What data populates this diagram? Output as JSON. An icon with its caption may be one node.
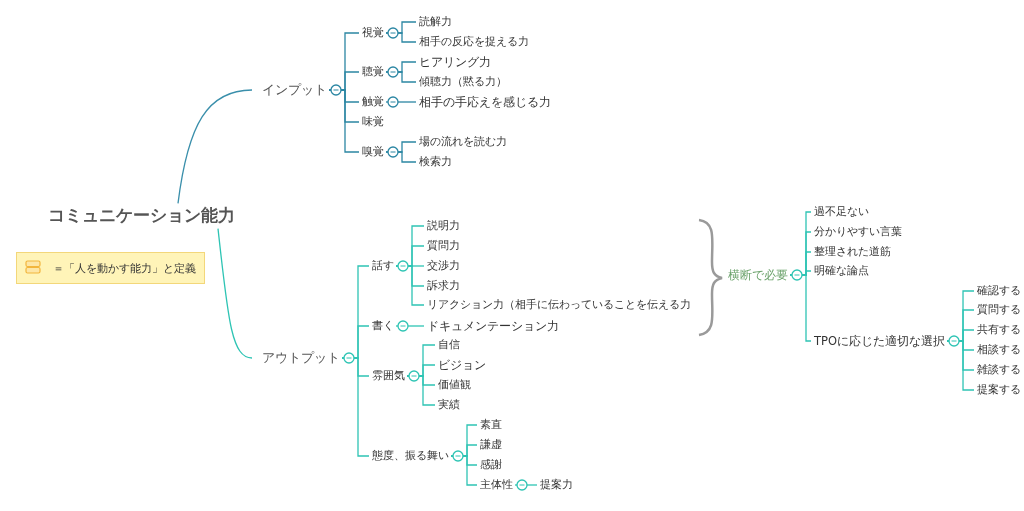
{
  "diagram": {
    "nodes": [
      {
        "text": [
          "コミュニケーション能力"
        ]
      },
      {
        "text": [
          "＝「人を動かす能力」と定義"
        ]
      },
      {
        "text": [
          "インプット"
        ]
      },
      {
        "text": [
          "視覚"
        ]
      },
      {
        "text": [
          "読解力"
        ]
      },
      {
        "text": [
          "相手の反応を捉える力"
        ]
      },
      {
        "text": [
          "聴覚"
        ]
      },
      {
        "text": [
          "ヒアリング力"
        ]
      },
      {
        "text": [
          "傾聴力（黙る力）"
        ]
      },
      {
        "text": [
          "触覚"
        ]
      },
      {
        "text": [
          "相手の手応えを感じる力"
        ]
      },
      {
        "text": [
          "味覚"
        ]
      },
      {
        "text": [
          "嗅覚"
        ]
      },
      {
        "text": [
          "場の流れを読む力"
        ]
      },
      {
        "text": [
          "検索力"
        ]
      },
      {
        "text": [
          "アウトプット"
        ]
      },
      {
        "text": [
          "話す"
        ]
      },
      {
        "text": [
          "説明力"
        ]
      },
      {
        "text": [
          "質問力"
        ]
      },
      {
        "text": [
          "交渉力"
        ]
      },
      {
        "text": [
          "訴求力"
        ]
      },
      {
        "text": [
          "リアクション力（相手に伝わっていることを伝える力"
        ]
      },
      {
        "text": [
          "書く"
        ]
      },
      {
        "text": [
          "ドキュメンテーション力"
        ]
      },
      {
        "text": [
          "雰囲気"
        ]
      },
      {
        "text": [
          "自信"
        ]
      },
      {
        "text": [
          "ビジョン"
        ]
      },
      {
        "text": [
          "価値観"
        ]
      },
      {
        "text": [
          "実績"
        ]
      },
      {
        "text": [
          "態度、振る舞い"
        ]
      },
      {
        "text": [
          "素直"
        ]
      },
      {
        "text": [
          "謙虚"
        ]
      },
      {
        "text": [
          "感謝"
        ]
      },
      {
        "text": [
          "主体性"
        ]
      },
      {
        "text": [
          "提案力"
        ]
      },
      {
        "text": [
          "横断で必要"
        ]
      },
      {
        "text": [
          "過不足ない"
        ]
      },
      {
        "text": [
          "分かりやすい言葉"
        ]
      },
      {
        "text": [
          "整理された道筋"
        ]
      },
      {
        "text": [
          "明確な論点"
        ]
      },
      {
        "text": [
          "TPOに応じた適切な選択"
        ]
      },
      {
        "text": [
          "確認する"
        ]
      },
      {
        "text": [
          "質問する"
        ]
      },
      {
        "text": [
          "共有する"
        ]
      },
      {
        "text": [
          "相談する"
        ]
      },
      {
        "text": [
          "雑談する"
        ]
      },
      {
        "text": [
          "提案する"
        ]
      }
    ],
    "edges": [
      {
        "from": 0,
        "to": 2,
        "arrow": "none",
        "color": "#3a8fab"
      },
      {
        "from": 2,
        "to": 3,
        "arrow": "other",
        "color": "#2b86a3"
      },
      {
        "from": 2,
        "to": 6,
        "arrow": "other",
        "color": "#2b86a3"
      },
      {
        "from": 2,
        "to": 9,
        "arrow": "other",
        "color": "#2b86a3"
      },
      {
        "from": 2,
        "to": 11,
        "arrow": "other",
        "color": "#2b86a3"
      },
      {
        "from": 2,
        "to": 12,
        "arrow": "other",
        "color": "#2b86a3"
      },
      {
        "from": 3,
        "to": 4,
        "arrow": "other",
        "color": "#2b86a3"
      },
      {
        "from": 3,
        "to": 5,
        "arrow": "other",
        "color": "#2b86a3"
      },
      {
        "from": 6,
        "to": 7,
        "arrow": "other",
        "color": "#2b86a3"
      },
      {
        "from": 6,
        "to": 8,
        "arrow": "other",
        "color": "#2b86a3"
      },
      {
        "from": 9,
        "to": 10,
        "arrow": "other",
        "color": "#2b86a3"
      },
      {
        "from": 12,
        "to": 13,
        "arrow": "other",
        "color": "#2b86a3"
      },
      {
        "from": 12,
        "to": 14,
        "arrow": "other",
        "color": "#2b86a3"
      },
      {
        "from": 0,
        "to": 15,
        "arrow": "none"
      },
      {
        "from": 15,
        "to": 16,
        "arrow": "other"
      },
      {
        "from": 15,
        "to": 22,
        "arrow": "other"
      },
      {
        "from": 15,
        "to": 24,
        "arrow": "other"
      },
      {
        "from": 15,
        "to": 29,
        "arrow": "other"
      },
      {
        "from": 16,
        "to": 17,
        "arrow": "other"
      },
      {
        "from": 16,
        "to": 18,
        "arrow": "other"
      },
      {
        "from": 16,
        "to": 19,
        "arrow": "other"
      },
      {
        "from": 16,
        "to": 20,
        "arrow": "other"
      },
      {
        "from": 16,
        "to": 21,
        "arrow": "other"
      },
      {
        "from": 22,
        "to": 23,
        "arrow": "other"
      },
      {
        "from": 24,
        "to": 25,
        "arrow": "other"
      },
      {
        "from": 24,
        "to": 26,
        "arrow": "other"
      },
      {
        "from": 24,
        "to": 27,
        "arrow": "other"
      },
      {
        "from": 24,
        "to": 28,
        "arrow": "other"
      },
      {
        "from": 29,
        "to": 30,
        "arrow": "other"
      },
      {
        "from": 29,
        "to": 31,
        "arrow": "other"
      },
      {
        "from": 29,
        "to": 32,
        "arrow": "other"
      },
      {
        "from": 29,
        "to": 33,
        "arrow": "other"
      },
      {
        "from": 33,
        "to": 34,
        "arrow": "other"
      },
      {
        "from": 35,
        "to": 36,
        "arrow": "other"
      },
      {
        "from": 35,
        "to": 37,
        "arrow": "other"
      },
      {
        "from": 35,
        "to": 38,
        "arrow": "other"
      },
      {
        "from": 35,
        "to": 39,
        "arrow": "other"
      },
      {
        "from": 35,
        "to": 40,
        "arrow": "other"
      },
      {
        "from": 40,
        "to": 41,
        "arrow": "other"
      },
      {
        "from": 40,
        "to": 42,
        "arrow": "other"
      },
      {
        "from": 40,
        "to": 43,
        "arrow": "other"
      },
      {
        "from": 40,
        "to": 44,
        "arrow": "other"
      },
      {
        "from": 40,
        "to": 45,
        "arrow": "other"
      },
      {
        "from": 40,
        "to": 46,
        "arrow": "other"
      }
    ]
  }
}
